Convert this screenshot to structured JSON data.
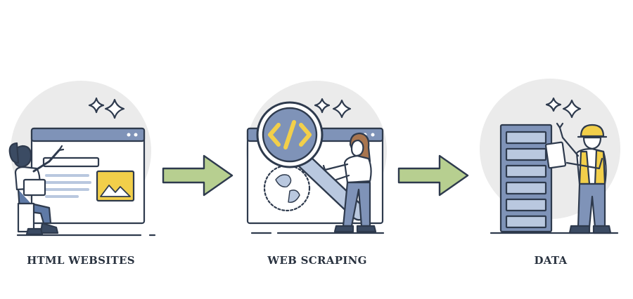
{
  "steps": [
    {
      "label": "HTML WEBSITES",
      "icon": "website-developer-illustration"
    },
    {
      "label": "WEB SCRAPING",
      "icon": "magnifier-code-illustration"
    },
    {
      "label": "DATA",
      "icon": "server-worker-illustration"
    }
  ],
  "connectors": [
    {
      "icon": "arrow-right-icon"
    },
    {
      "icon": "arrow-right-icon"
    }
  ],
  "colors": {
    "outline": "#2e3a4d",
    "blob": "#ebebeb",
    "browser_bar": "#7f93b8",
    "blue_fill": "#b9c8df",
    "arrow_green": "#b7cf90",
    "accent_yellow": "#f2cf4a",
    "hair": "#3b4b63"
  }
}
